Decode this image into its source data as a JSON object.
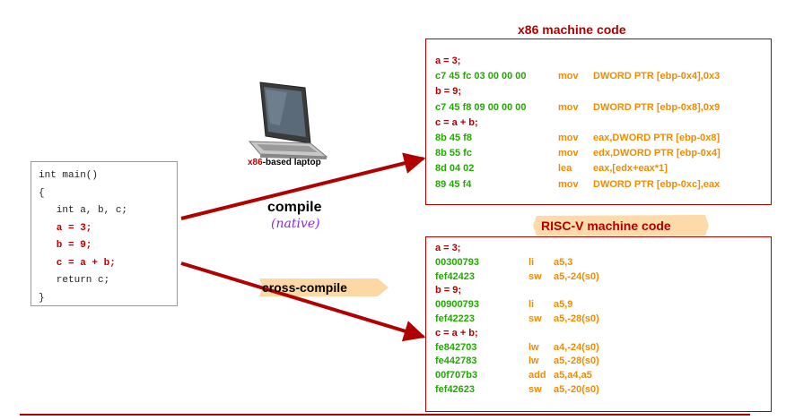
{
  "laptop": {
    "label_prefix": "x86",
    "label_suffix": "-based laptop"
  },
  "source": {
    "lines": [
      {
        "text": "int main()",
        "highlight": false
      },
      {
        "text": "{",
        "highlight": false
      },
      {
        "text": "   int a, b, c;",
        "highlight": false
      },
      {
        "text": "   a = 3;",
        "highlight": true
      },
      {
        "text": "   b = 9;",
        "highlight": true
      },
      {
        "text": "   c = a + b;",
        "highlight": true
      },
      {
        "text": "   return c;",
        "highlight": false
      },
      {
        "text": "}",
        "highlight": false
      }
    ]
  },
  "arrows": {
    "compile_label": "compile",
    "compile_note": "(native)",
    "cross_label": "cross-compile"
  },
  "x86": {
    "title": "x86 machine code",
    "rows": [
      {
        "kind": "label",
        "text": "a = 3;"
      },
      {
        "kind": "code",
        "hex": "c7 45 fc 03 00 00 00",
        "op": "mov",
        "args": "DWORD PTR [ebp-0x4],0x3"
      },
      {
        "kind": "label",
        "text": "b = 9;"
      },
      {
        "kind": "code",
        "hex": "c7 45 f8 09 00 00 00",
        "op": "mov",
        "args": "DWORD PTR [ebp-0x8],0x9"
      },
      {
        "kind": "label",
        "text": "c = a + b;"
      },
      {
        "kind": "code",
        "hex": "8b 45 f8",
        "op": "mov",
        "args": "eax,DWORD PTR [ebp-0x8]"
      },
      {
        "kind": "code",
        "hex": "8b 55 fc",
        "op": "mov",
        "args": "edx,DWORD PTR [ebp-0x4]"
      },
      {
        "kind": "code",
        "hex": "8d 04 02",
        "op": "lea",
        "args": "eax,[edx+eax*1]"
      },
      {
        "kind": "code",
        "hex": "89 45 f4",
        "op": "mov",
        "args": "DWORD PTR [ebp-0xc],eax"
      }
    ]
  },
  "riscv": {
    "title": "RISC-V machine code",
    "rows": [
      {
        "kind": "label",
        "text": "a = 3;"
      },
      {
        "kind": "code",
        "hex": "00300793",
        "op": "li",
        "args": "a5,3"
      },
      {
        "kind": "code",
        "hex": "fef42423",
        "op": "sw",
        "args": "a5,-24(s0)"
      },
      {
        "kind": "label",
        "text": "b = 9;"
      },
      {
        "kind": "code",
        "hex": "00900793",
        "op": "li",
        "args": "a5,9"
      },
      {
        "kind": "code",
        "hex": "fef42223",
        "op": "sw",
        "args": "a5,-28(s0)"
      },
      {
        "kind": "label",
        "text": "c = a + b;"
      },
      {
        "kind": "code",
        "hex": "fe842703",
        "op": "lw",
        "args": "a4,-24(s0)"
      },
      {
        "kind": "code",
        "hex": "fe442783",
        "op": "lw",
        "args": "a5,-28(s0)"
      },
      {
        "kind": "code",
        "hex": "00f707b3",
        "op": "add",
        "args": "a5,a4,a5"
      },
      {
        "kind": "code",
        "hex": "fef42623",
        "op": "sw",
        "args": "a5,-20(s0)"
      }
    ]
  }
}
